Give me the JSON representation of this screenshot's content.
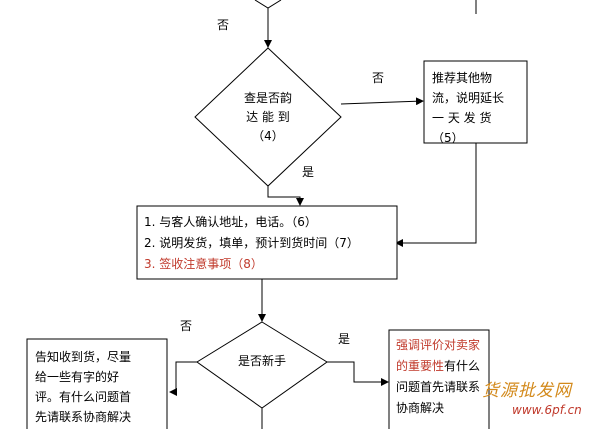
{
  "labels": {
    "no_top": "否",
    "no_right": "否",
    "yes_mid": "是",
    "no_left": "否",
    "yes_right": "是"
  },
  "decision1": {
    "line1": "查是否韵",
    "line2": "达 能 到",
    "line3": "（4）"
  },
  "box_recommend": {
    "line1": "推荐其他物",
    "line2": "流，说明延长",
    "line3": "一 天 发 货",
    "line4": "（5）"
  },
  "steps": {
    "item1": "1.   与客人确认地址，电话。（6）",
    "item2": "2.   说明发货，填单，预计到货时间（7）",
    "item3": "3.   签收注意事项（8）"
  },
  "decision2": {
    "label": "是否新手"
  },
  "box_left": {
    "line1": "告知收到货，尽量",
    "line2": "给一些有字的好",
    "line3": "评。有什么问题首",
    "line4": "先请联系协商解决"
  },
  "box_right": {
    "line1": "强调评价对卖家",
    "line2": "的重要性",
    "line2_rest": "有什么",
    "line3": "问题首先请联系",
    "line4": "协商解决"
  },
  "watermark": {
    "line1": "货源批发网",
    "line2": "www.6pf.cn"
  },
  "colors": {
    "line": "#000000",
    "accent_red": "#c0392b",
    "watermark_orange": "#d38a1c"
  }
}
